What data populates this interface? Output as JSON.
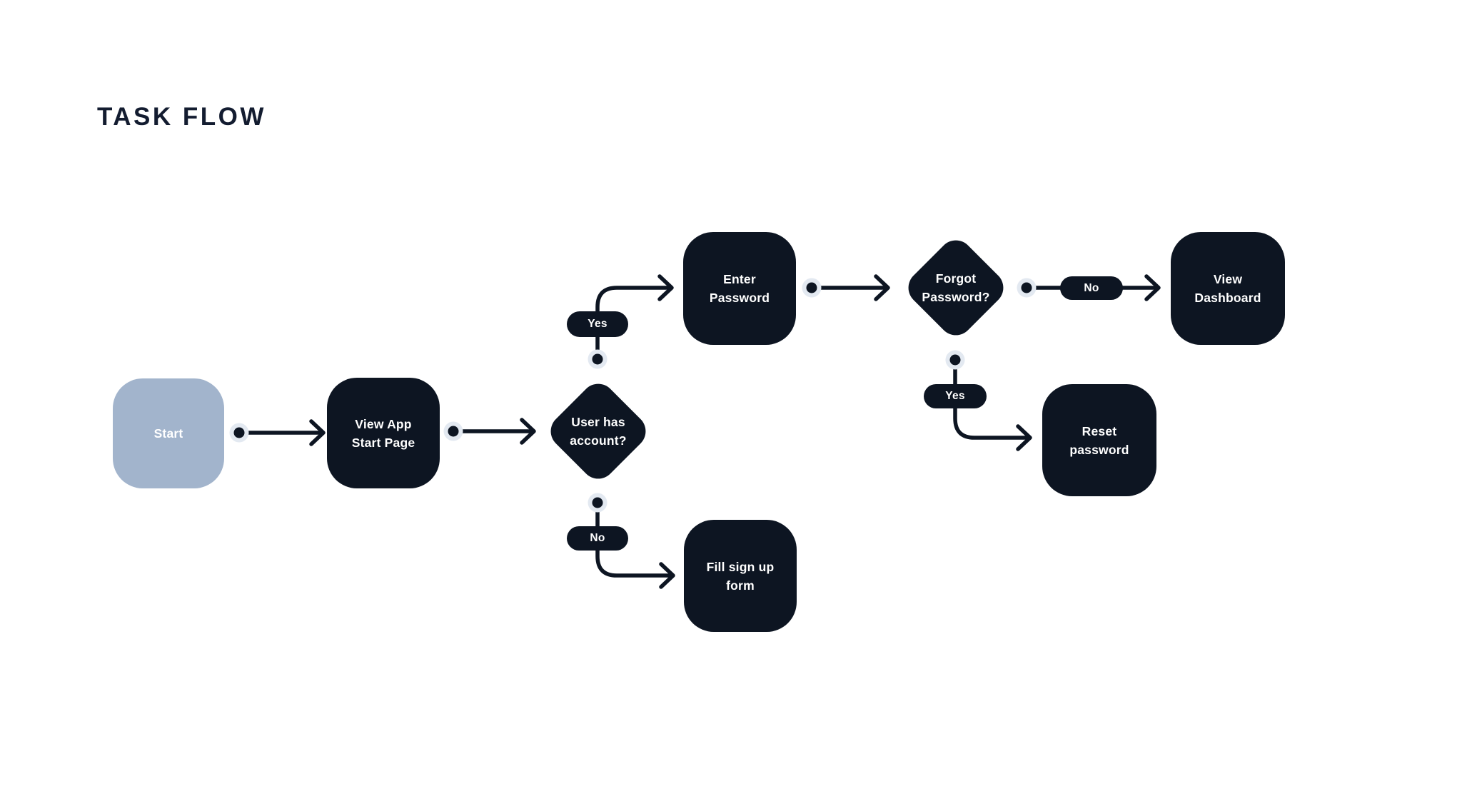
{
  "title": "TASK FLOW",
  "colors": {
    "dark": "#0D1522",
    "light_node": "#A2B4CC",
    "halo": "#E3E9F1",
    "background": "#FFFFFF",
    "title_text": "#131C30",
    "node_text": "#FFFFFF"
  },
  "nodes": {
    "start": {
      "label": "Start",
      "shape": "rounded-square",
      "variant": "light"
    },
    "view_app": {
      "line1": "View App",
      "line2": "Start Page",
      "shape": "rounded-square"
    },
    "user_has_account": {
      "line1": "User has",
      "line2": "account?",
      "shape": "decision-diamond"
    },
    "enter_password": {
      "line1": "Enter",
      "line2": "Password",
      "shape": "rounded-square"
    },
    "forgot_password": {
      "line1": "Forgot",
      "line2": "Password?",
      "shape": "decision-diamond"
    },
    "view_dashboard": {
      "line1": "View",
      "line2": "Dashboard",
      "shape": "rounded-square"
    },
    "reset_password": {
      "line1": "Reset",
      "line2": "password",
      "shape": "rounded-square"
    },
    "fill_signup": {
      "line1": "Fill sign up",
      "line2": "form",
      "shape": "rounded-square"
    }
  },
  "edge_labels": {
    "yes_account": "Yes",
    "no_account": "No",
    "no_forgot": "No",
    "yes_forgot": "Yes"
  },
  "edges": [
    {
      "from": "start",
      "to": "view_app",
      "label": ""
    },
    {
      "from": "view_app",
      "to": "user_has_account",
      "label": ""
    },
    {
      "from": "user_has_account",
      "to": "enter_password",
      "label": "Yes"
    },
    {
      "from": "user_has_account",
      "to": "fill_signup",
      "label": "No"
    },
    {
      "from": "enter_password",
      "to": "forgot_password",
      "label": ""
    },
    {
      "from": "forgot_password",
      "to": "view_dashboard",
      "label": "No"
    },
    {
      "from": "forgot_password",
      "to": "reset_password",
      "label": "Yes"
    }
  ]
}
